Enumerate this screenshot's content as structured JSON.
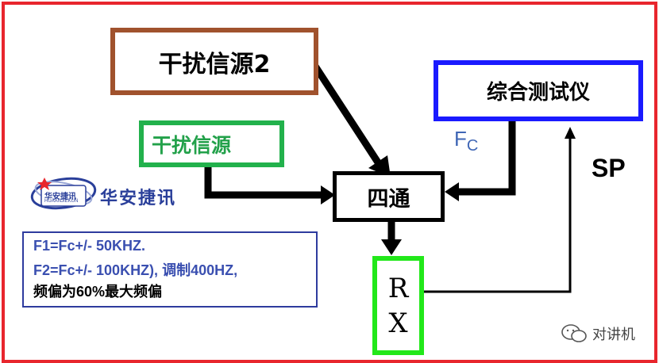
{
  "blocks": {
    "interference_source_2": "干扰信源2",
    "interference_source": "干扰信源",
    "combined_tester": "综合测试仪",
    "four_way": "四通",
    "rx_r": "R",
    "rx_x": "X"
  },
  "labels": {
    "fc_main": "F",
    "fc_sub": "C",
    "sp": "SP"
  },
  "logo": {
    "company_cn": "华安捷讯",
    "badge_cn": "华安捷讯",
    "badge_pinyin": "HUAANJIEKUN"
  },
  "note": {
    "line1": "F1=Fc+/- 50KHZ.",
    "line2_part1": "F2=Fc+/- 100KHZ),",
    "line2_part2": " 调制400HZ,",
    "line3": "频偏为60%最大频偏"
  },
  "watermark": "对讲机",
  "colors": {
    "frame": "#e8262d",
    "interference_2_border": "#a0522d",
    "interference_border": "#22b14c",
    "interference_text": "#22a14a",
    "tester_border": "#1a1aff",
    "rx_border": "#22e81a",
    "note_border": "#2e3b9e",
    "note_text_blue": "#3a4fb0",
    "fc_color": "#3f66b5",
    "logo_text": "#2a3f9a"
  }
}
